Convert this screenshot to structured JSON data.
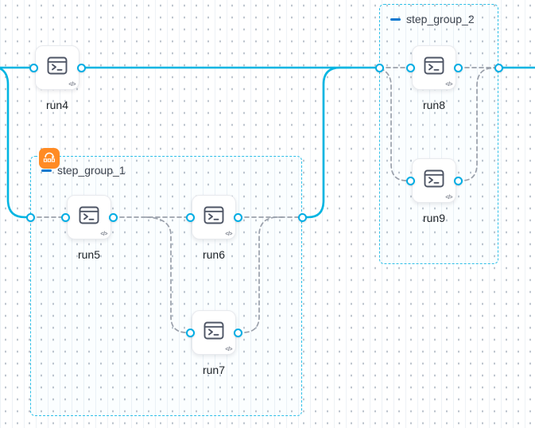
{
  "app": {
    "name": "pipeline-graph-canvas"
  },
  "colors": {
    "flow_line": "#00b5e2",
    "port_ring": "#00ade4",
    "dashed_connector": "#9aa0ab",
    "group_border": "#2fc0e8",
    "collapse_icon_blue": "#0b79d0",
    "badge_orange": "#ff8b24",
    "node_label": "#1d2227",
    "group_label": "#3c434e"
  },
  "icons": {
    "node_type": "terminal-icon",
    "code_glyph": "</>",
    "group_collapse": "minus-icon",
    "group1_badge": "looping-strategy-icon"
  },
  "nodes": [
    {
      "id": "run4",
      "label": "run4"
    },
    {
      "id": "run5",
      "label": "run5"
    },
    {
      "id": "run6",
      "label": "run6"
    },
    {
      "id": "run7",
      "label": "run7"
    },
    {
      "id": "run8",
      "label": "run8"
    },
    {
      "id": "run9",
      "label": "run9"
    }
  ],
  "groups": [
    {
      "id": "step_group_1",
      "label": "step_group_1",
      "badge": "looping-strategy-icon"
    },
    {
      "id": "step_group_2",
      "label": "step_group_2"
    }
  ]
}
